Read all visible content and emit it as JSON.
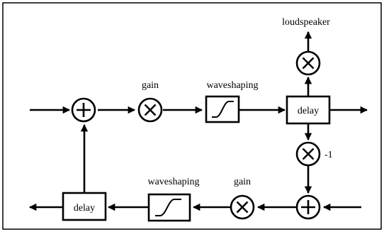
{
  "labels": {
    "loudspeaker": "loudspeaker",
    "gain_top": "gain",
    "waveshaping_top": "waveshaping",
    "delay_top": "delay",
    "minus_one": "-1",
    "gain_bottom": "gain",
    "waveshaping_bottom": "waveshaping",
    "delay_bottom": "delay"
  },
  "icons": {
    "adder": "plus-circle-icon",
    "multiplier": "times-circle-icon",
    "waveshaper": "s-curve-icon"
  },
  "colors": {
    "stroke": "#000000",
    "background": "#ffffff"
  }
}
